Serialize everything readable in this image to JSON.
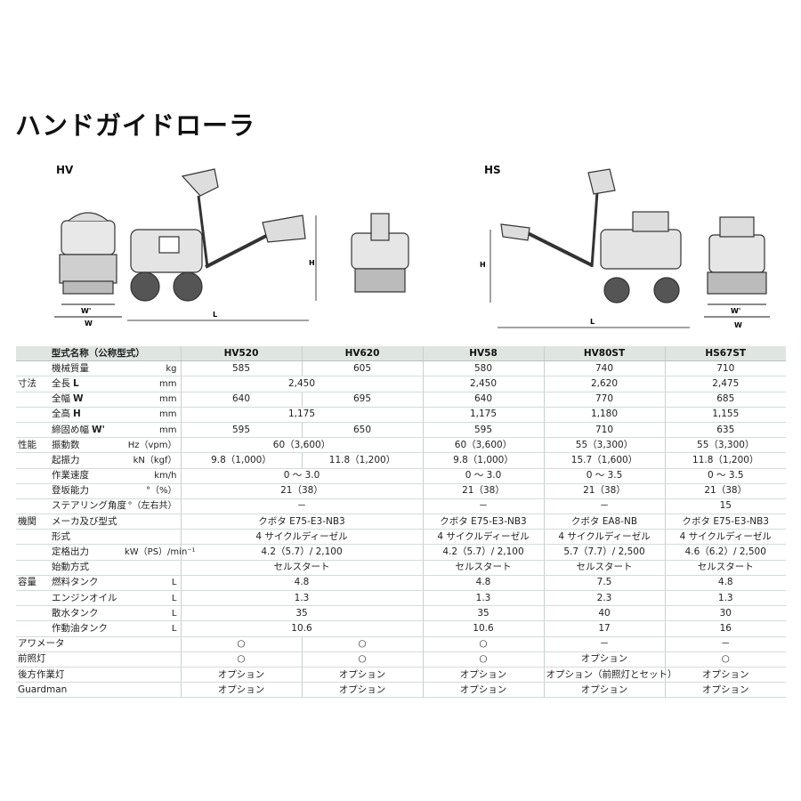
{
  "title": "ハンドガイドローラ",
  "labels": {
    "hv": "HV",
    "hs": "HS",
    "h": "H",
    "l": "L",
    "w": "W",
    "w2": "W'"
  },
  "header": {
    "name": "型式名称（公称型式）",
    "models": [
      "HV520",
      "HV620",
      "HV58",
      "HV80ST",
      "HS67ST"
    ]
  },
  "rows": {
    "mass": {
      "cat": "",
      "item": "機械質量",
      "unit": "kg",
      "cells": [
        {
          "t": "585",
          "s": 1
        },
        {
          "t": "605",
          "s": 1
        },
        {
          "t": "580",
          "s": 1
        },
        {
          "t": "740",
          "s": 1
        },
        {
          "t": "710",
          "s": 1
        }
      ]
    },
    "length": {
      "cat": "寸法",
      "item": "全長",
      "itemb": "L",
      "unit": "mm",
      "cells": [
        {
          "t": "2,450",
          "s": 2
        },
        {
          "t": "2,450",
          "s": 1
        },
        {
          "t": "2,620",
          "s": 1
        },
        {
          "t": "2,475",
          "s": 1
        }
      ]
    },
    "width": {
      "cat": "",
      "item": "全幅",
      "itemb": "W",
      "unit": "mm",
      "cells": [
        {
          "t": "640",
          "s": 1
        },
        {
          "t": "695",
          "s": 1
        },
        {
          "t": "640",
          "s": 1
        },
        {
          "t": "770",
          "s": 1
        },
        {
          "t": "685",
          "s": 1
        }
      ]
    },
    "height": {
      "cat": "",
      "item": "全高",
      "itemb": "H",
      "unit": "mm",
      "cells": [
        {
          "t": "1,175",
          "s": 2
        },
        {
          "t": "1,175",
          "s": 1
        },
        {
          "t": "1,180",
          "s": 1
        },
        {
          "t": "1,155",
          "s": 1
        }
      ]
    },
    "compw": {
      "cat": "",
      "item": "締固め幅",
      "itemb": "W'",
      "unit": "mm",
      "cells": [
        {
          "t": "595",
          "s": 1
        },
        {
          "t": "650",
          "s": 1
        },
        {
          "t": "595",
          "s": 1
        },
        {
          "t": "710",
          "s": 1
        },
        {
          "t": "635",
          "s": 1
        }
      ]
    },
    "vibfreq": {
      "cat": "性能",
      "item": "振動数",
      "unit": "Hz（vpm）",
      "cells": [
        {
          "t": "60（3,600）",
          "s": 2
        },
        {
          "t": "60（3,600）",
          "s": 1
        },
        {
          "t": "55（3,300）",
          "s": 1
        },
        {
          "t": "55（3,300）",
          "s": 1
        }
      ]
    },
    "force": {
      "cat": "",
      "item": "起振力",
      "unit": "kN（kgf）",
      "cells": [
        {
          "t": "9.8（1,000）",
          "s": 1
        },
        {
          "t": "11.8（1,200）",
          "s": 1
        },
        {
          "t": "9.8（1,000）",
          "s": 1
        },
        {
          "t": "15.7（1,600）",
          "s": 1
        },
        {
          "t": "11.8（1,200）",
          "s": 1
        }
      ]
    },
    "speed": {
      "cat": "",
      "item": "作業速度",
      "unit": "km/h",
      "cells": [
        {
          "t": "0 ～ 3.0",
          "s": 2
        },
        {
          "t": "0 ～ 3.0",
          "s": 1
        },
        {
          "t": "0 ～ 3.5",
          "s": 1
        },
        {
          "t": "0 ～ 3.5",
          "s": 1
        }
      ]
    },
    "grade": {
      "cat": "",
      "item": "登坂能力",
      "unit": "°（%）",
      "cells": [
        {
          "t": "21（38）",
          "s": 2
        },
        {
          "t": "21（38）",
          "s": 1
        },
        {
          "t": "21（38）",
          "s": 1
        },
        {
          "t": "21（38）",
          "s": 1
        }
      ]
    },
    "steer": {
      "cat": "",
      "item": "ステアリング角度",
      "unit": "°（左右共）",
      "cells": [
        {
          "t": "－",
          "s": 2
        },
        {
          "t": "－",
          "s": 1
        },
        {
          "t": "－",
          "s": 1
        },
        {
          "t": "15",
          "s": 1
        }
      ]
    },
    "engine": {
      "cat": "機関",
      "item": "メーカ及び型式",
      "unit": "",
      "cells": [
        {
          "t": "クボタ E75-E3-NB3",
          "s": 2
        },
        {
          "t": "クボタ E75-E3-NB3",
          "s": 1
        },
        {
          "t": "クボタ EA8-NB",
          "s": 1
        },
        {
          "t": "クボタ E75-E3-NB3",
          "s": 1
        }
      ]
    },
    "type": {
      "cat": "",
      "item": "形式",
      "unit": "",
      "cells": [
        {
          "t": "4 サイクルディーゼル",
          "s": 2
        },
        {
          "t": "4 サイクルディーゼル",
          "s": 1
        },
        {
          "t": "4 サイクルディーゼル",
          "s": 1
        },
        {
          "t": "4 サイクルディーゼル",
          "s": 1
        }
      ]
    },
    "output": {
      "cat": "",
      "item": "定格出力",
      "unit": "kW（PS）/min⁻¹",
      "cells": [
        {
          "t": "4.2（5.7）/ 2,100",
          "s": 2
        },
        {
          "t": "4.2（5.7）/ 2,100",
          "s": 1
        },
        {
          "t": "5.7（7.7）/ 2,500",
          "s": 1
        },
        {
          "t": "4.6（6.2）/ 2,500",
          "s": 1
        }
      ]
    },
    "start": {
      "cat": "",
      "item": "始動方式",
      "unit": "",
      "cells": [
        {
          "t": "セルスタート",
          "s": 2
        },
        {
          "t": "セルスタート",
          "s": 1
        },
        {
          "t": "セルスタート",
          "s": 1
        },
        {
          "t": "セルスタート",
          "s": 1
        }
      ]
    },
    "fuel": {
      "cat": "容量",
      "item": "燃料タンク",
      "unit": "L",
      "cells": [
        {
          "t": "4.8",
          "s": 2
        },
        {
          "t": "4.8",
          "s": 1
        },
        {
          "t": "7.5",
          "s": 1
        },
        {
          "t": "4.8",
          "s": 1
        }
      ]
    },
    "oil": {
      "cat": "",
      "item": "エンジンオイル",
      "unit": "L",
      "cells": [
        {
          "t": "1.3",
          "s": 2
        },
        {
          "t": "1.3",
          "s": 1
        },
        {
          "t": "2.3",
          "s": 1
        },
        {
          "t": "1.3",
          "s": 1
        }
      ]
    },
    "water": {
      "cat": "",
      "item": "散水タンク",
      "unit": "L",
      "cells": [
        {
          "t": "35",
          "s": 2
        },
        {
          "t": "35",
          "s": 1
        },
        {
          "t": "40",
          "s": 1
        },
        {
          "t": "30",
          "s": 1
        }
      ]
    },
    "hydraulic": {
      "cat": "",
      "item": "作動油タンク",
      "unit": "L",
      "cells": [
        {
          "t": "10.6",
          "s": 2
        },
        {
          "t": "10.6",
          "s": 1
        },
        {
          "t": "17",
          "s": 1
        },
        {
          "t": "16",
          "s": 1
        }
      ]
    },
    "meter": {
      "cat": "アワメータ",
      "item": "",
      "unit": "",
      "cells": [
        {
          "t": "○",
          "s": 1
        },
        {
          "t": "○",
          "s": 1
        },
        {
          "t": "○",
          "s": 1
        },
        {
          "t": "－",
          "s": 1
        },
        {
          "t": "－",
          "s": 1
        }
      ]
    },
    "front": {
      "cat": "前照灯",
      "item": "",
      "unit": "",
      "cells": [
        {
          "t": "○",
          "s": 1
        },
        {
          "t": "○",
          "s": 1
        },
        {
          "t": "○",
          "s": 1
        },
        {
          "t": "オプション",
          "s": 1
        },
        {
          "t": "○",
          "s": 1
        }
      ]
    },
    "rear": {
      "cat": "後方作業灯",
      "item": "",
      "unit": "",
      "cells": [
        {
          "t": "オプション",
          "s": 1
        },
        {
          "t": "オプション",
          "s": 1
        },
        {
          "t": "オプション",
          "s": 1
        },
        {
          "t": "オプション（前照灯とセット）",
          "s": 1
        },
        {
          "t": "オプション",
          "s": 1
        }
      ]
    },
    "guard": {
      "cat": "Guardman",
      "item": "",
      "unit": "",
      "cells": [
        {
          "t": "オプション",
          "s": 1
        },
        {
          "t": "オプション",
          "s": 1
        },
        {
          "t": "オプション",
          "s": 1
        },
        {
          "t": "オプション",
          "s": 1
        },
        {
          "t": "オプション",
          "s": 1
        }
      ]
    }
  },
  "colors": {
    "header_bg": "#dfe6e2",
    "rule": "#d5dcd8"
  }
}
